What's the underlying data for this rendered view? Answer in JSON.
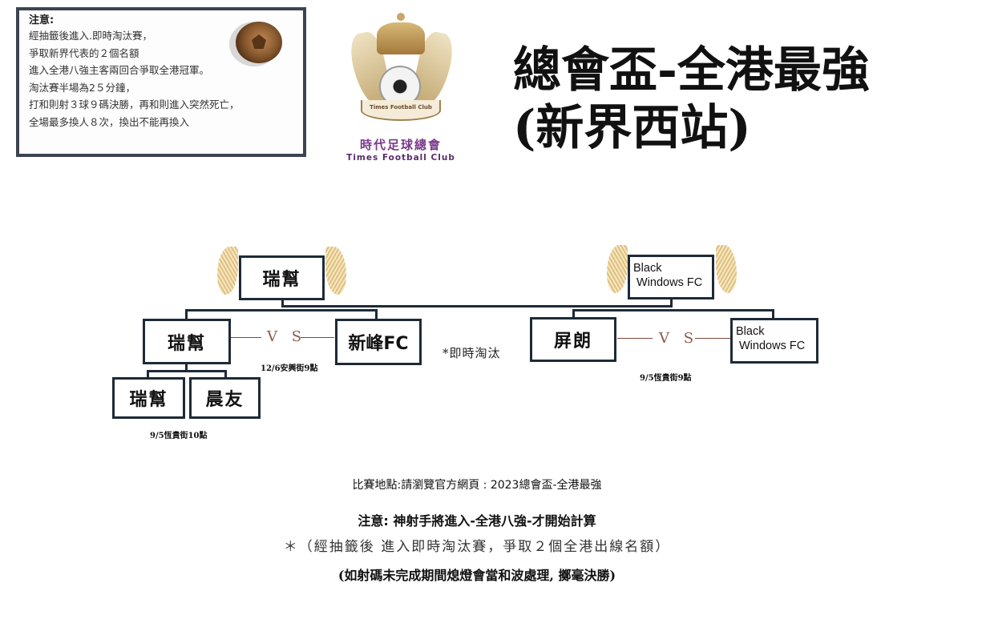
{
  "notice": {
    "title": "注意:",
    "lines": [
      "經抽籤後進入.即時淘汰賽，",
      "爭取新界代表的２個名額",
      "進入全港八強主客兩回合爭取全港冠軍。",
      "淘汰賽半場為2５分鐘，",
      "打和則射３球９碼決勝，再和則進入突然死亡，",
      "全場最多換人８次，換出不能再換入"
    ],
    "icon": "football-icon"
  },
  "logo": {
    "ribbon_text": "Times Football Club",
    "name_cn": "時代足球總會",
    "name_en": "Times Football Club"
  },
  "header": {
    "title_line1": "總會盃-全港最強",
    "title_line2": "(新界西站)"
  },
  "bracket": {
    "left": {
      "winner": "瑞幫",
      "semi_team_a": "瑞幫",
      "semi_team_b": "新峰FC",
      "vs_label": "V S",
      "semi_venue": "12/6安興街9點",
      "qf_team_a": "瑞幫",
      "qf_team_b": "晨友",
      "qf_venue": "9/5恆貴街10點"
    },
    "right": {
      "winner_line1": "Black",
      "winner_line2": "Windows FC",
      "semi_team_a": "屏朗",
      "semi_team_b_line1": "Black",
      "semi_team_b_line2": "Windows FC",
      "vs_label": "V S",
      "semi_venue": "9/5恆貴街9點"
    },
    "center_note": "*即時淘汰"
  },
  "footer": {
    "venue_info": "比賽地點:請瀏覽官方網頁 : 2023總會盃-全港最強",
    "scorer_note": "注意: 神射手將進入-全港八強-才開始計算",
    "draw_note": "＊（經抽籤後 進入即時淘汰賽，爭取２個全港出線名額）",
    "penalty_note": "(如射碼未完成期間熄燈會當和波處理, 擲毫決勝)"
  },
  "colors": {
    "box_border": "#1e2a36",
    "vs_text": "#8a5a4a",
    "logo_purple": "#7a3a8a",
    "notice_border": "#3c4450"
  }
}
